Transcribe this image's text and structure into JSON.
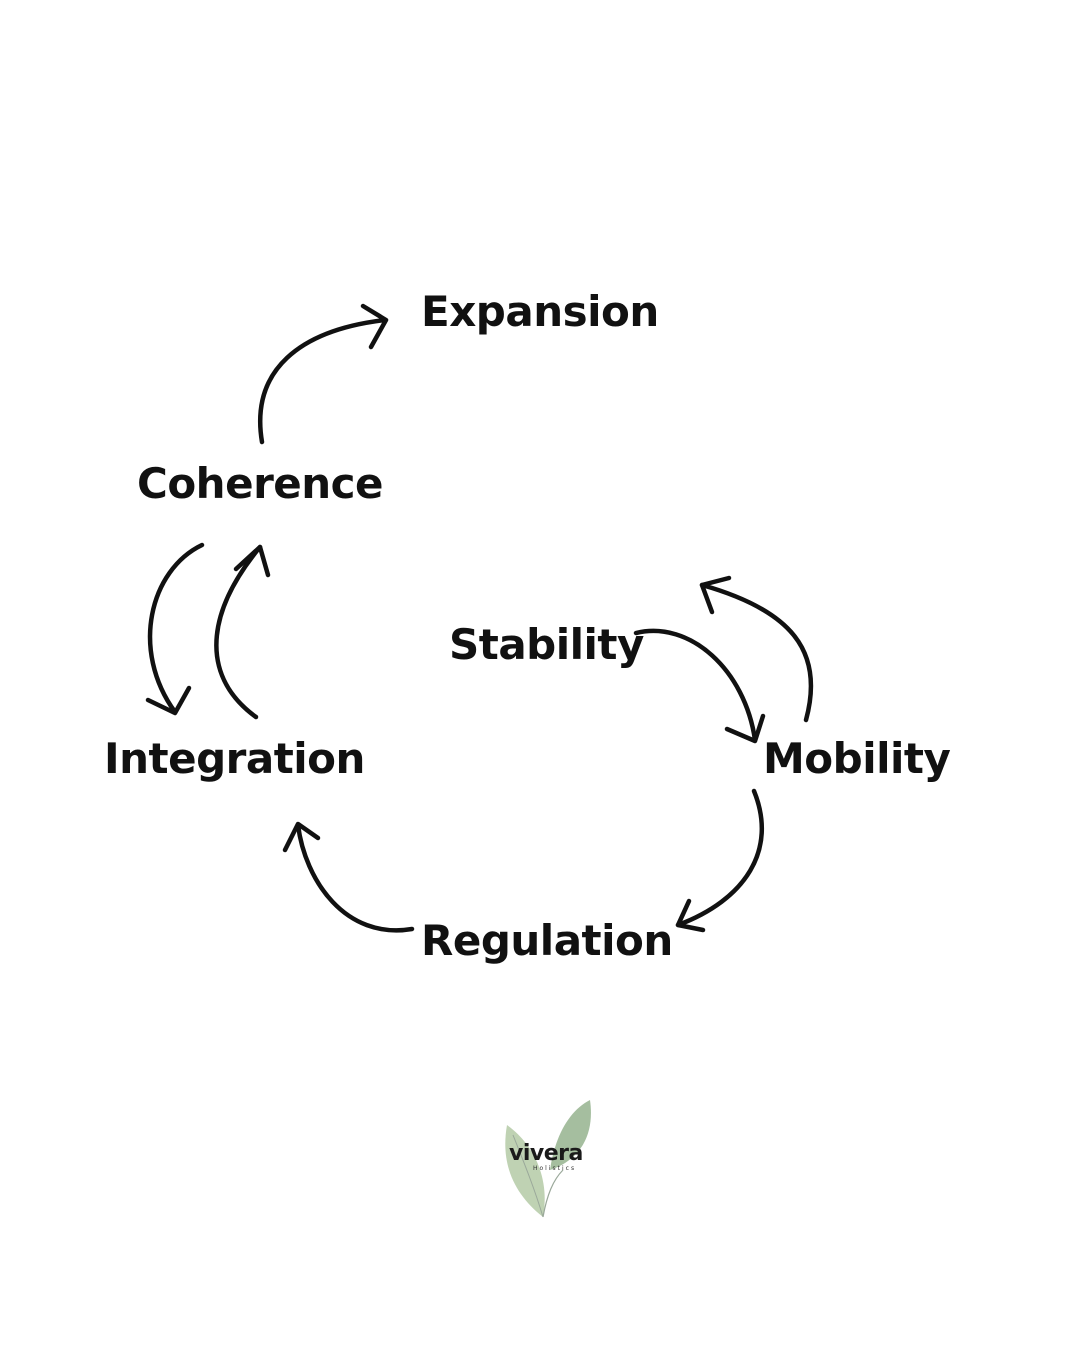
{
  "diagram": {
    "stages": {
      "expansion": "Expansion",
      "coherence": "Coherence",
      "stability": "Stability",
      "integration": "Integration",
      "mobility": "Mobility",
      "regulation": "Regulation"
    },
    "arrows": [
      {
        "from": "Coherence",
        "to": "Expansion"
      },
      {
        "from": "Coherence",
        "to": "Integration"
      },
      {
        "from": "Integration",
        "to": "Coherence"
      },
      {
        "from": "Stability",
        "to": "Mobility"
      },
      {
        "from": "Mobility",
        "to": "Stability"
      },
      {
        "from": "Mobility",
        "to": "Regulation"
      },
      {
        "from": "Regulation",
        "to": "Integration"
      }
    ],
    "colors": {
      "text": "#111111",
      "arrow": "#111111",
      "background": "#ffffff",
      "leaf_light": "#a9c39a",
      "leaf_dark": "#7fa276"
    }
  },
  "logo": {
    "wordmark": "vivera",
    "subtitle": "Holistics",
    "icon": "leaf-icon"
  }
}
